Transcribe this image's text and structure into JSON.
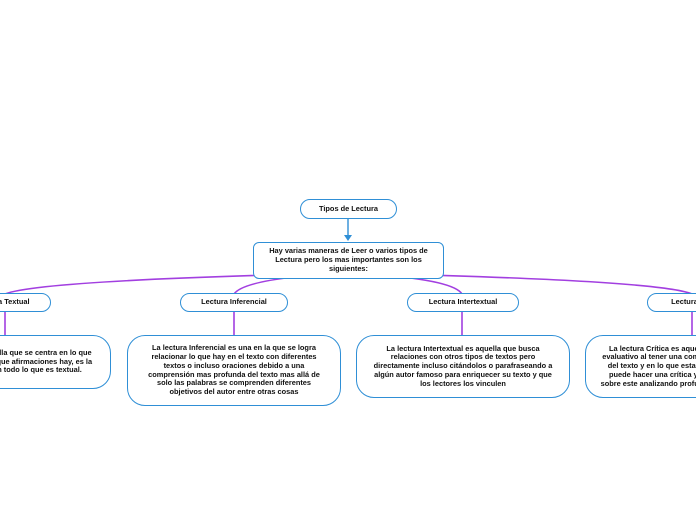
{
  "mindmap": {
    "root": {
      "label": "Tipos de Lectura"
    },
    "intro": {
      "text": "Hay varias maneras de Leer o varios tipos de Lectura pero los mas importantes son los siguientes:"
    },
    "branches": [
      {
        "label": "Lectura Textual",
        "description": "La lectura Textual es aquella que se centra en lo que dice el autor, que ideas y que afirmaciones hay, es la lectura que se centra en todo lo que es textual."
      },
      {
        "label": "Lectura Inferencial",
        "description": "La lectura Inferencial es una en la que se logra relacionar lo que hay en el texto con diferentes textos o incluso oraciones debido a una comprensión mas profunda del texto mas allá de solo las palabras se comprenden diferentes objetivos del autor entre otras cosas"
      },
      {
        "label": "Lectura Intertextual",
        "description": "La lectura Intertextual es aquella que busca relaciones con otros tipos de textos pero directamente incluso citándolos o parafraseando a algún autor famoso para enriquecer su texto y que los lectores los vinculen"
      },
      {
        "label": "Lectura Crítica",
        "description": "La lectura Crítica es aquella que tiene un punto evaluativo al tener una comprensión mas completa del texto y en lo que esta de acuerdo el autor se puede hacer una crítica y formar una discusión sobre este analizando profundamente sobre el tema"
      }
    ]
  },
  "colors": {
    "node_border": "#2f8fd6",
    "arrow": "#2f8fd6",
    "branch_line": "#a23fe0"
  }
}
